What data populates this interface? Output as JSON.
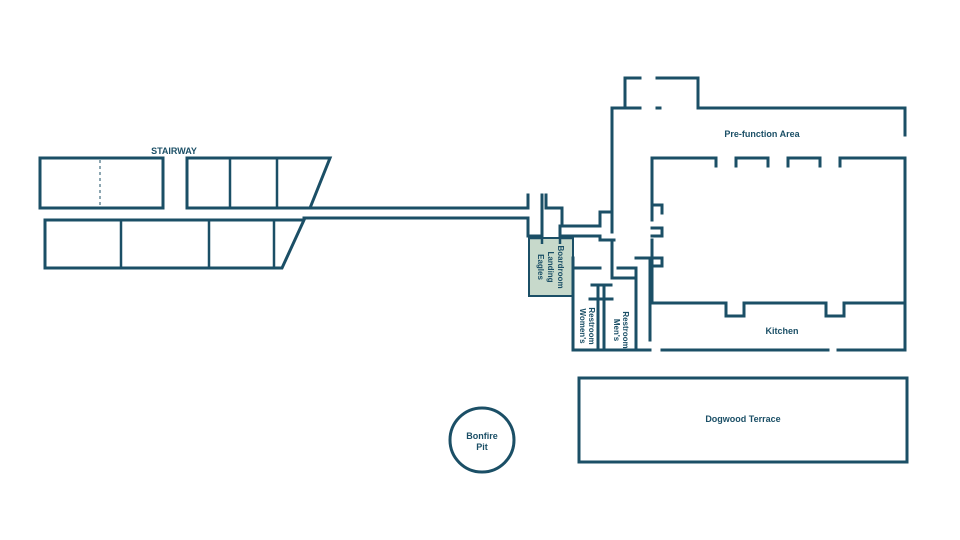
{
  "labels": {
    "stairway": "STAIRWAY",
    "pre_function": "Pre-function Area",
    "kitchen": "Kitchen",
    "dogwood_terrace": "Dogwood Terrace",
    "bonfire_line1": "Bonfire",
    "bonfire_line2": "Pit",
    "eagles_landing_line1": "Eagles",
    "eagles_landing_line2": "Landing",
    "eagles_landing_line3": "Boardroom",
    "womens_line1": "Women's",
    "womens_line2": "Restroom",
    "mens_line1": "Men's",
    "mens_line2": "Restroom"
  },
  "colors": {
    "wall": "#1b4f66",
    "highlight_room": "#c7d9cb",
    "background": "#ffffff"
  }
}
